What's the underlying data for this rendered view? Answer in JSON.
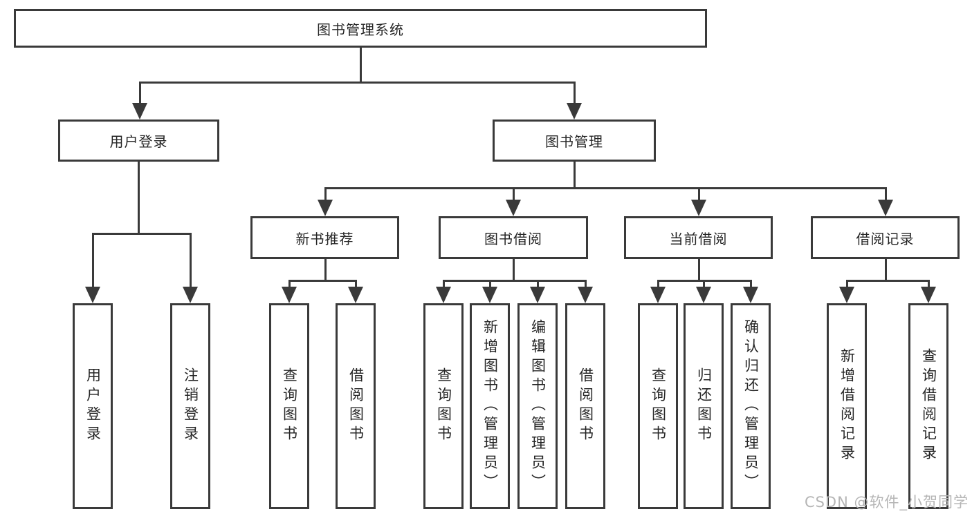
{
  "colors": {
    "line": "#3a3a3a",
    "text": "#262626",
    "background": "#ffffff",
    "watermark": "#b5b5b5"
  },
  "watermark": {
    "text": "CSDN @软件_小贺同学"
  },
  "tree": {
    "label": "图书管理系统",
    "children": [
      {
        "label": "用户登录",
        "children": [
          {
            "label": "用户登录"
          },
          {
            "label": "注销登录"
          }
        ]
      },
      {
        "label": "图书管理",
        "children": [
          {
            "label": "新书推荐",
            "children": [
              {
                "label": "查询图书"
              },
              {
                "label": "借阅图书"
              }
            ]
          },
          {
            "label": "图书借阅",
            "children": [
              {
                "label": "查询图书"
              },
              {
                "label": "新增图书（管理员）"
              },
              {
                "label": "编辑图书（管理员）"
              },
              {
                "label": "借阅图书"
              }
            ]
          },
          {
            "label": "当前借阅",
            "children": [
              {
                "label": "查询图书"
              },
              {
                "label": "归还图书"
              },
              {
                "label": "确认归还（管理员）"
              }
            ]
          },
          {
            "label": "借阅记录",
            "children": [
              {
                "label": "新增借阅记录"
              },
              {
                "label": "查询借阅记录"
              }
            ]
          }
        ]
      }
    ]
  }
}
